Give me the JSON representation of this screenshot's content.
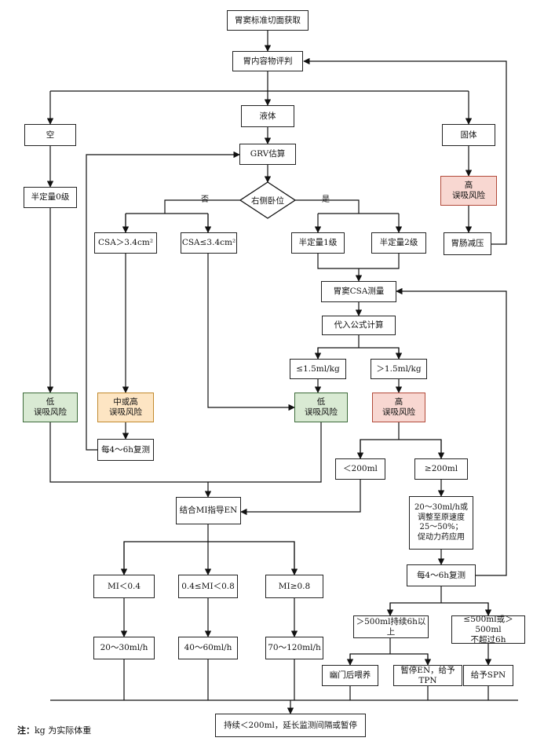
{
  "nodes": {
    "start": "胃窦标准切面获取",
    "content": "胃内容物评判",
    "empty": "空",
    "liquid": "液体",
    "solid": "固体",
    "crv": "GRV估算",
    "grade0": "半定量0级",
    "decision": "右侧卧位",
    "high_solid": "高\n误吸风险",
    "csa_gt": "CSA＞3.4cm²",
    "csa_le": "CSA≤3.4cm²",
    "grade1": "半定量1级",
    "grade2": "半定量2级",
    "decompress": "胃肠减压",
    "csa_measure": "胃窦CSA测量",
    "formula": "代入公式计算",
    "le15": "≤1.5ml/kg",
    "gt15": "＞1.5ml/kg",
    "low_left": "低\n误吸风险",
    "mid_high": "中或高\n误吸风险",
    "low_right": "低\n误吸风险",
    "high_right": "高\n误吸风险",
    "recheck_left": "每4～6h复测",
    "lt200": "＜200ml",
    "ge200": "≥200ml",
    "rate_adjust": "20～30ml/h或\n调整至原速度\n25～50%；\n促动力药应用",
    "guide_en": "结合MI指导EN",
    "recheck_right": "每4～6h复测",
    "mi1": "MI＜0.4",
    "mi2": "0.4≤MI＜0.8",
    "mi3": "MI≥0.8",
    "over500": "＞500ml持续6h以上",
    "le500": "≤500ml或＞500ml\n不超过6h",
    "rate1": "20～30ml/h",
    "rate2": "40～60ml/h",
    "rate3": "70～120ml/h",
    "pyloric": "幽门后喂养",
    "pause_tpn": "暂停EN，给予TPN",
    "spn": "给予SPN",
    "final": "持续＜200ml，延长监测间隔或暂停"
  },
  "labels": {
    "no": "否",
    "yes": "是"
  },
  "note": {
    "prefix": "注：",
    "text": "kg 为实际体重"
  },
  "colors": {
    "low": "#d9ead3",
    "high": "#f8d7d1",
    "mid": "#fde5c3"
  }
}
